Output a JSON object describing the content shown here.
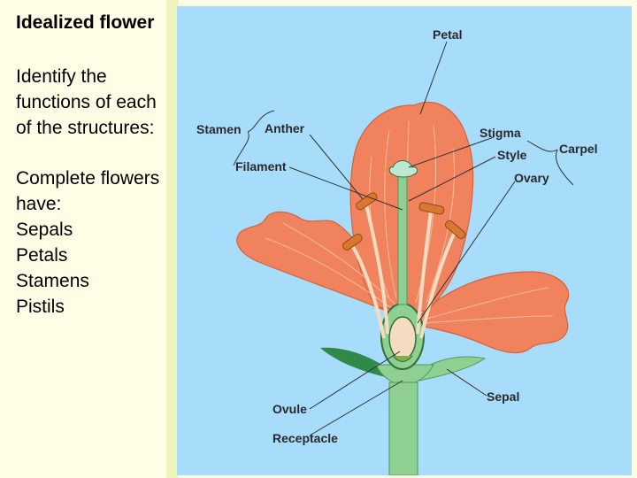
{
  "slide": {
    "title": "Idealized flower",
    "question_lines": [
      "Identify the",
      "functions of each",
      "of the structures:"
    ],
    "list_lines": [
      "Complete flowers",
      "have:",
      "Sepals",
      "Petals",
      "Stamens",
      "Pistils"
    ]
  },
  "diagram": {
    "labels": {
      "petal": "Petal",
      "stamen": "Stamen",
      "anther": "Anther",
      "filament": "Filament",
      "stigma": "Stigma",
      "style": "Style",
      "ovary": "Ovary",
      "carpel": "Carpel",
      "ovule": "Ovule",
      "receptacle": "Receptacle",
      "sepal": "Sepal"
    },
    "colors": {
      "background": "#a7dcfb",
      "petal": "#f0825e",
      "petal_vein": "#f7b79a",
      "stem": "#8fcf92",
      "sepal": "#2f8a4a",
      "anther": "#d9772f",
      "ovule": "#f4dcc0"
    }
  }
}
